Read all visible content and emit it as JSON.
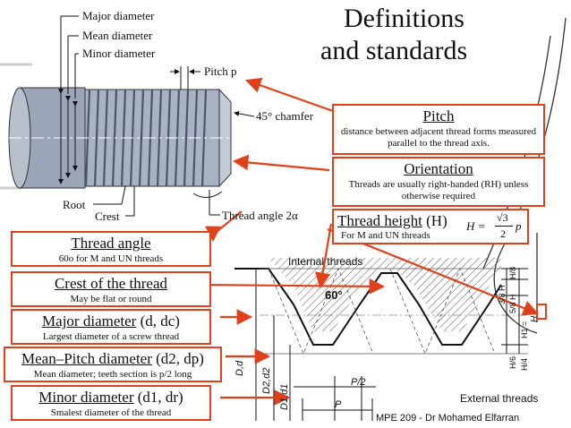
{
  "title": {
    "line1": "Definitions",
    "line2": "and standards"
  },
  "thread_figure": {
    "major_diameter": "Major diameter",
    "mean_diameter": "Mean diameter",
    "minor_diameter": "Minor diameter",
    "pitch": "Pitch p",
    "chamfer": "45° chamfer",
    "root": "Root",
    "crest": "Crest",
    "thread_angle": "Thread angle 2α"
  },
  "callouts": {
    "pitch": {
      "title": "Pitch",
      "desc": "distance between adjacent thread forms measured parallel to the thread axis."
    },
    "orientation": {
      "title": "Orientation",
      "desc": "Threads are usually right-handed (RH) unless otherwise required"
    },
    "thread_height": {
      "title": "Thread height",
      "suffix": "(H)",
      "desc": "For M and UN threads",
      "formula_lhs": "H =",
      "formula_num": "√3",
      "formula_den": "2",
      "formula_var": "p"
    }
  },
  "left_boxes": [
    {
      "title": "Thread angle",
      "suffix": "",
      "desc": "60o for M and UN threads"
    },
    {
      "title": "Crest of the thread",
      "suffix": "",
      "desc": "May be flat or round"
    },
    {
      "title": "Major diameter",
      "suffix": "(d, dc)",
      "desc": "Largest diameter of a screw thread"
    },
    {
      "title": "Mean–Pitch diameter",
      "suffix": "(d2, dp)",
      "desc": "Mean diameter; teeth section is p/2 long"
    },
    {
      "title": "Minor diameter",
      "suffix": "(d1, dr)",
      "desc": "Smalest diameter of the thread"
    }
  ],
  "profile": {
    "internal": "Internal threads",
    "external": "External threads",
    "angle": "60°",
    "p_half": "P/2",
    "p": "P",
    "h8": "H/8",
    "h38": "3/8 H",
    "h58": "5/8 H",
    "h1": "H1 =",
    "h6": "H/6",
    "h4": "H/4",
    "H": "H",
    "dims": [
      "D,d",
      "D2,d2",
      "D1,d1"
    ]
  },
  "footer": "MPE 209 - Dr Mohamed Elfarran",
  "colors": {
    "accent": "#e0401a",
    "thread": "#8a94a6"
  }
}
